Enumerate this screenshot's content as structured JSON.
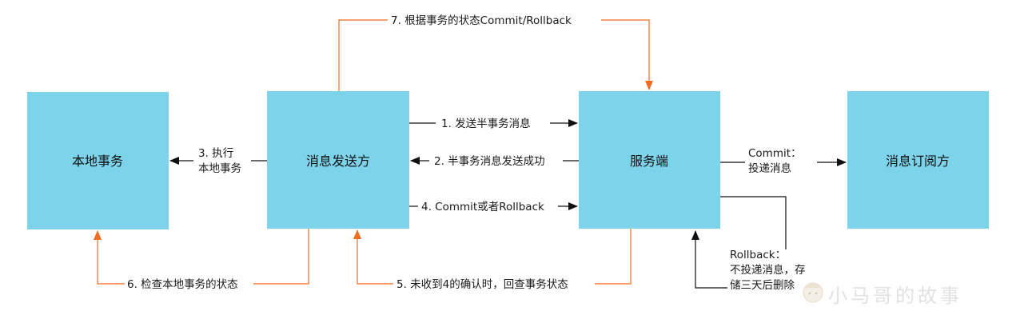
{
  "colors": {
    "box_fill": "#7dd3ea",
    "orange": "#f26c21",
    "black": "#111111"
  },
  "nodes": {
    "local_tx": "本地事务",
    "producer": "消息发送方",
    "server": "服务端",
    "consumer": "消息订阅方"
  },
  "edges": {
    "step1": "1. 发送半事务消息",
    "step2": "2. 半事务消息发送成功",
    "step3_line1": "3. 执行",
    "step3_line2": "本地事务",
    "step4": "4. Commit或者Rollback",
    "step5": "5. 未收到4的确认时，回查事务状态",
    "step6": "6. 检查本地事务的状态",
    "step7": "7. 根据事务的状态Commit/Rollback",
    "commit_line1": "Commit：",
    "commit_line2": "投递消息",
    "rollback_line1": "Rollback：",
    "rollback_line2": "不投递消息，存",
    "rollback_line3": "储三天后删除"
  },
  "watermark": "小马哥的故事"
}
